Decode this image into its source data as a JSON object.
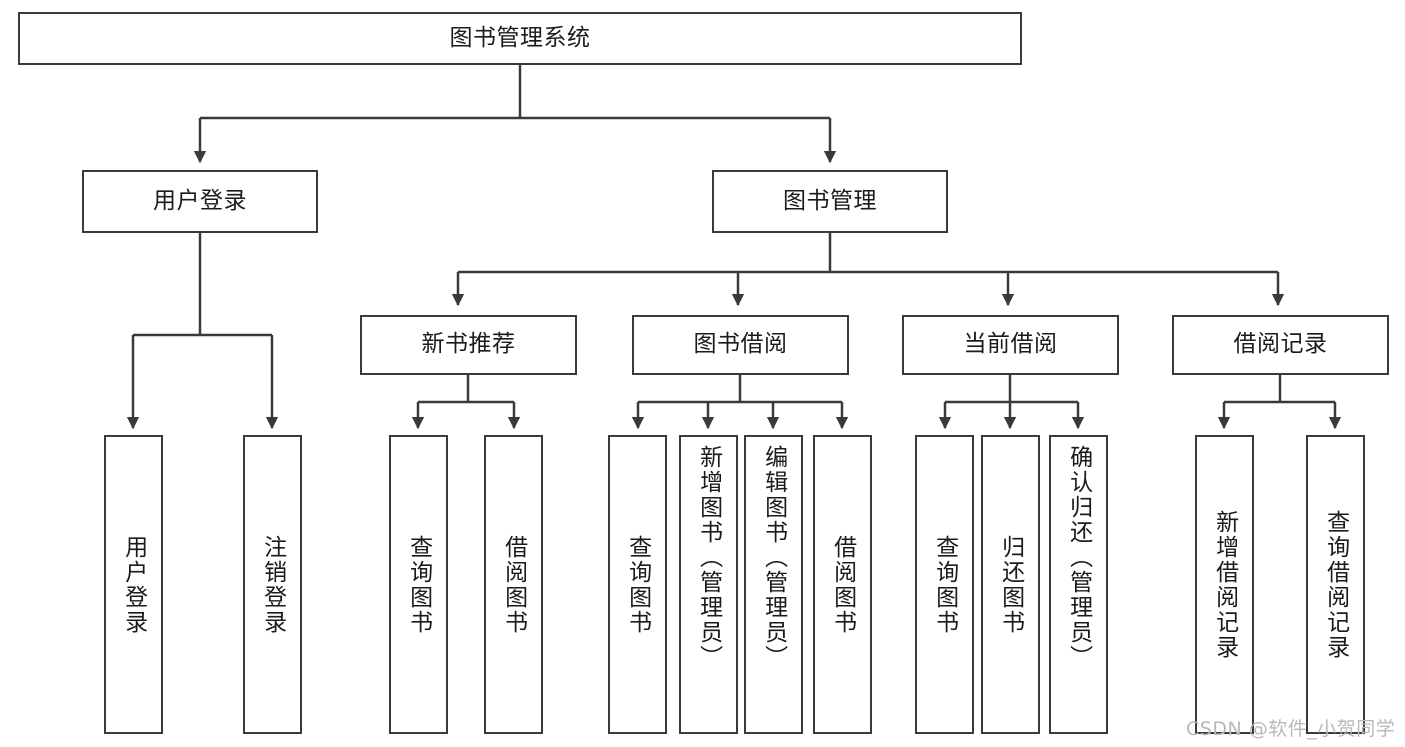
{
  "diagram": {
    "type": "tree",
    "title": "图书管理系统",
    "orientation": "top-down",
    "colors": {
      "background": "#ffffff",
      "node_fill": "#ffffff",
      "node_border": "#3a3a3a",
      "edge": "#3a3a3a",
      "text": "#1b1b1b",
      "watermark": "#b9b9b9"
    },
    "root": {
      "label": "图书管理系统"
    },
    "level2": [
      {
        "label": "用户登录"
      },
      {
        "label": "图书管理"
      }
    ],
    "level3": [
      {
        "label": "新书推荐"
      },
      {
        "label": "图书借阅"
      },
      {
        "label": "当前借阅"
      },
      {
        "label": "借阅记录"
      }
    ],
    "leaves": {
      "user_login": [
        {
          "label": "用户登录"
        },
        {
          "label": "注销登录"
        }
      ],
      "new_book_recommend": [
        {
          "label": "查询图书"
        },
        {
          "label": "借阅图书"
        }
      ],
      "book_borrow": [
        {
          "label": "查询图书"
        },
        {
          "label": "新增图书（管理员）"
        },
        {
          "label": "编辑图书（管理员）"
        },
        {
          "label": "借阅图书"
        }
      ],
      "current_borrow": [
        {
          "label": "查询图书"
        },
        {
          "label": "归还图书"
        },
        {
          "label": "确认归还（管理员）"
        }
      ],
      "borrow_record": [
        {
          "label": "新增借阅记录"
        },
        {
          "label": "查询借阅记录"
        }
      ]
    }
  },
  "watermark": {
    "text": "CSDN @软件_小贺同学"
  }
}
